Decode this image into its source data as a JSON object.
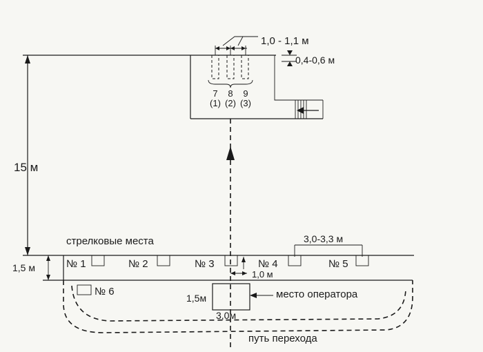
{
  "labels": {
    "dim_15m": "15 м",
    "dim_15m_small": "1,5 м",
    "dim_top_spacing": "1,0 - 1,1 м",
    "dim_target_offset": "0,4-0,6 м",
    "dim_shooter_spacing": "3,0-3,3 м",
    "dim_1m": "1,0 м",
    "operator_h": "1,5м",
    "operator_w": "3,0м",
    "shooting_places": "стрелковые места",
    "operator_place": "место оператора",
    "transition_path": "путь перехода",
    "target_7": "7",
    "target_8": "8",
    "target_9": "9",
    "target_7_sub": "(1)",
    "target_8_sub": "(2)",
    "target_9_sub": "(3)"
  },
  "stations": [
    "№ 1",
    "№ 2",
    "№ 3",
    "№ 4",
    "№ 5",
    "№ 6"
  ]
}
